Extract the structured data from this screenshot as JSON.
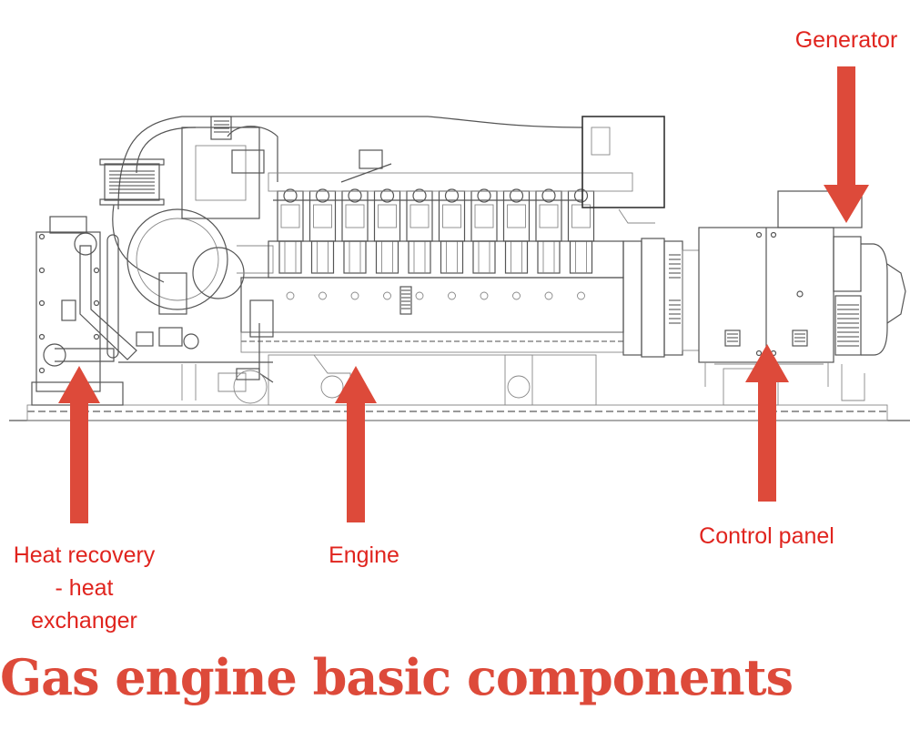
{
  "title": "Gas engine basic components",
  "accent_color": "#dd4a3a",
  "label_color": "#e0241e",
  "components": [
    {
      "id": "generator",
      "label": "Generator",
      "arrow_direction": "down"
    },
    {
      "id": "heat-recovery",
      "label_lines": [
        "Heat recovery",
        "- heat",
        "exchanger"
      ],
      "arrow_direction": "up"
    },
    {
      "id": "engine",
      "label": "Engine",
      "arrow_direction": "up"
    },
    {
      "id": "control-panel",
      "label": "Control panel",
      "arrow_direction": "up"
    }
  ],
  "engine_cylinder_count": 10
}
